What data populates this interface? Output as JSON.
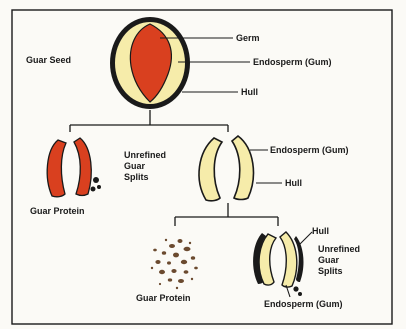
{
  "colors": {
    "background": "#fbfaf6",
    "border": "#1a1a1a",
    "germ": "#d9401f",
    "endosperm": "#f6ecaa",
    "hull": "#1a1a1a",
    "protein_particles": "#6b4a2f"
  },
  "top": {
    "title": "Guar Seed",
    "germ_label": "Germ",
    "endosperm_label": "Endosperm (Gum)",
    "hull_label": "Hull"
  },
  "middle": {
    "protein_label": "Guar Protein",
    "splits_label_line1": "Unrefined",
    "splits_label_line2": "Guar",
    "splits_label_line3": "Splits",
    "endosperm_label": "Endosperm (Gum)",
    "hull_label": "Hull"
  },
  "bottom": {
    "protein_label": "Guar Protein",
    "hull_label": "Hull",
    "splits_label_line1": "Unrefined",
    "splits_label_line2": "Guar",
    "splits_label_line3": "Splits",
    "endosperm_label": "Endosperm (Gum)"
  }
}
